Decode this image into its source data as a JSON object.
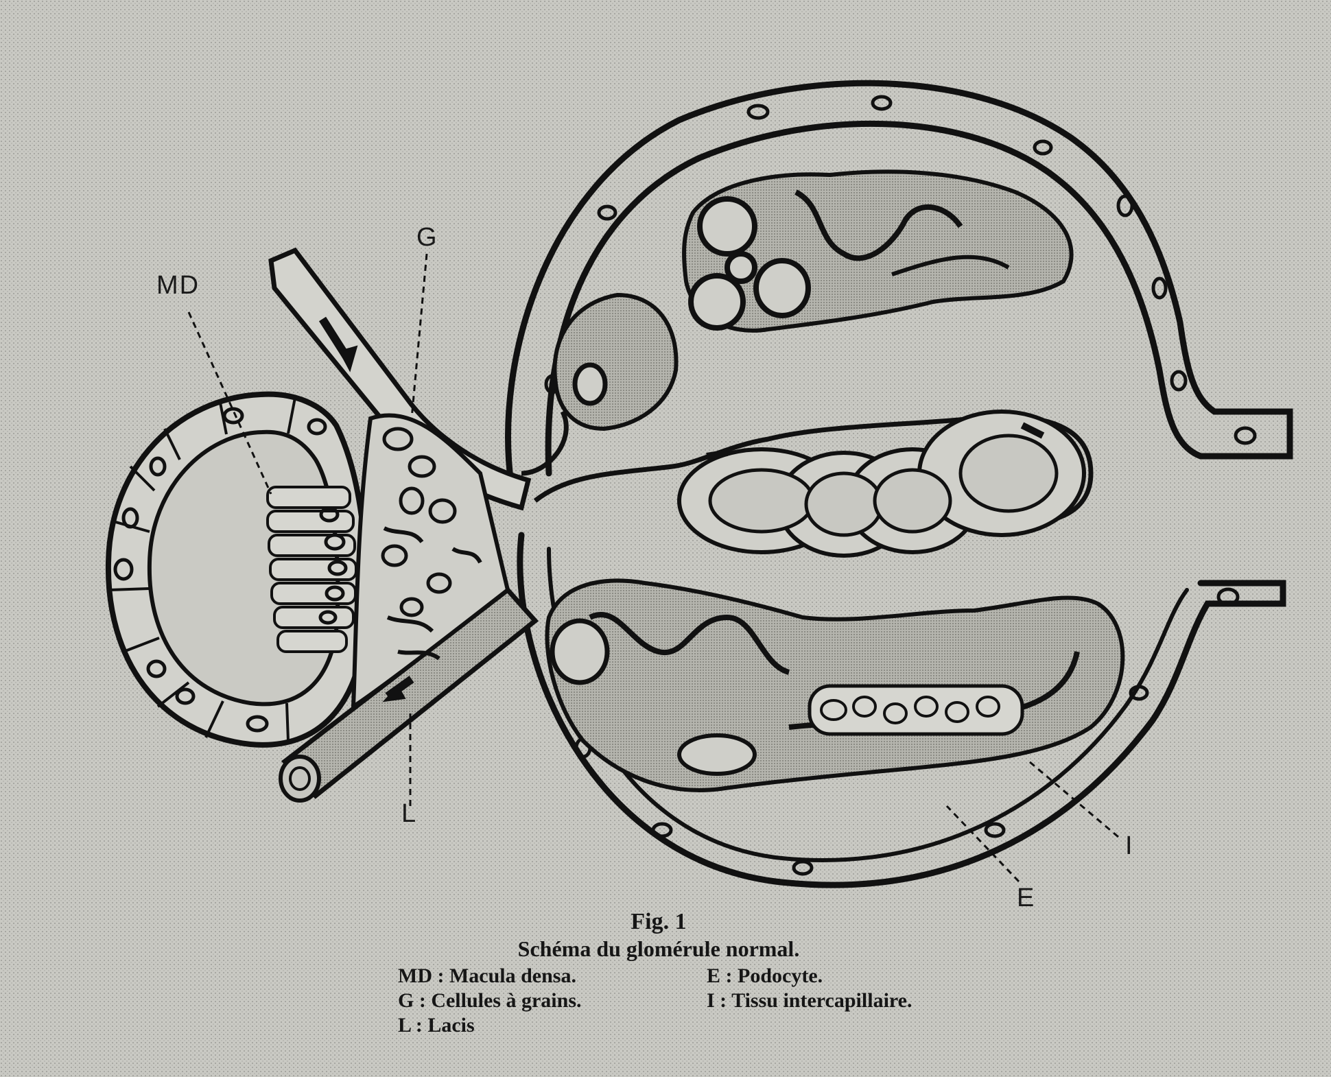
{
  "labels": {
    "md": "MD",
    "g": "G",
    "l": "L",
    "e": "E",
    "i": "I"
  },
  "caption": {
    "title": "Fig. 1",
    "subtitle": "Schéma du glomérule normal.",
    "legend": [
      "MD : Macula densa.",
      "G : Cellules à grains.",
      "L : Lacis",
      "E : Podocyte.",
      "I : Tissu intercapillaire."
    ]
  },
  "colors": {
    "paper": "#c9c9c3",
    "ink": "#111111",
    "stipple": "#9a9a94"
  }
}
